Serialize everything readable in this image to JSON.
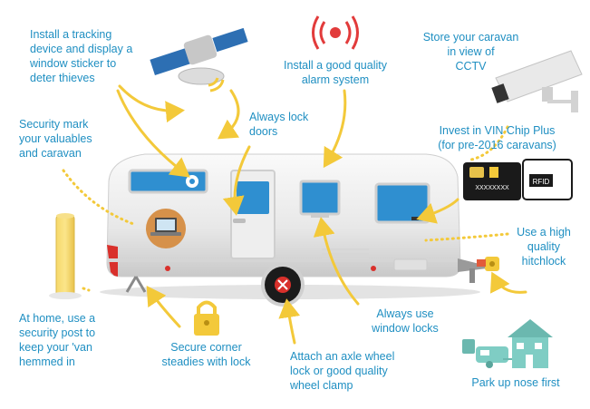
{
  "tips": {
    "tracking": "Install a tracking\ndevice and display a\nwindow sticker to\ndeter thieves",
    "alarm": "Install a good quality\nalarm system",
    "cctv": "Store your caravan\nin view of\nCCTV",
    "security_mark": "Security mark\nyour valuables\nand caravan",
    "lock_doors": "Always lock\ndoors",
    "vin_chip": "Invest in VIN Chip Plus\n(for pre-2016 caravans)",
    "hitchlock": "Use a high\nquality\nhitchlock",
    "security_post": "At home, use a\nsecurity post to\nkeep your 'van\nhemmed in",
    "corner_steadies": "Secure corner\nsteadies with lock",
    "axle_lock": "Attach an axle wheel\nlock or good quality\nwheel clamp",
    "window_locks": "Always use\nwindow locks",
    "nose_first": "Park up nose first"
  },
  "chip_card": {
    "serial": "XXXXXXXX",
    "rfid": "RFID"
  },
  "colors": {
    "label_text": "#1f8fc2",
    "arrow": "#f3c93a",
    "alarm_red": "#e23b3b",
    "window_blue": "#2f8fd0",
    "caravan_body": "#ededed",
    "caravan_red_trim": "#d9302b",
    "house_teal": "#7fcdc4"
  },
  "icons": [
    "satellite-icon",
    "alarm-icon",
    "cctv-camera-icon",
    "chip-card-icon",
    "rfid-card-icon",
    "laptop-icon",
    "padlock-icon",
    "security-post-icon",
    "axle-clamp-icon",
    "hitchlock-icon",
    "house-icon",
    "caravan-small-icon"
  ]
}
